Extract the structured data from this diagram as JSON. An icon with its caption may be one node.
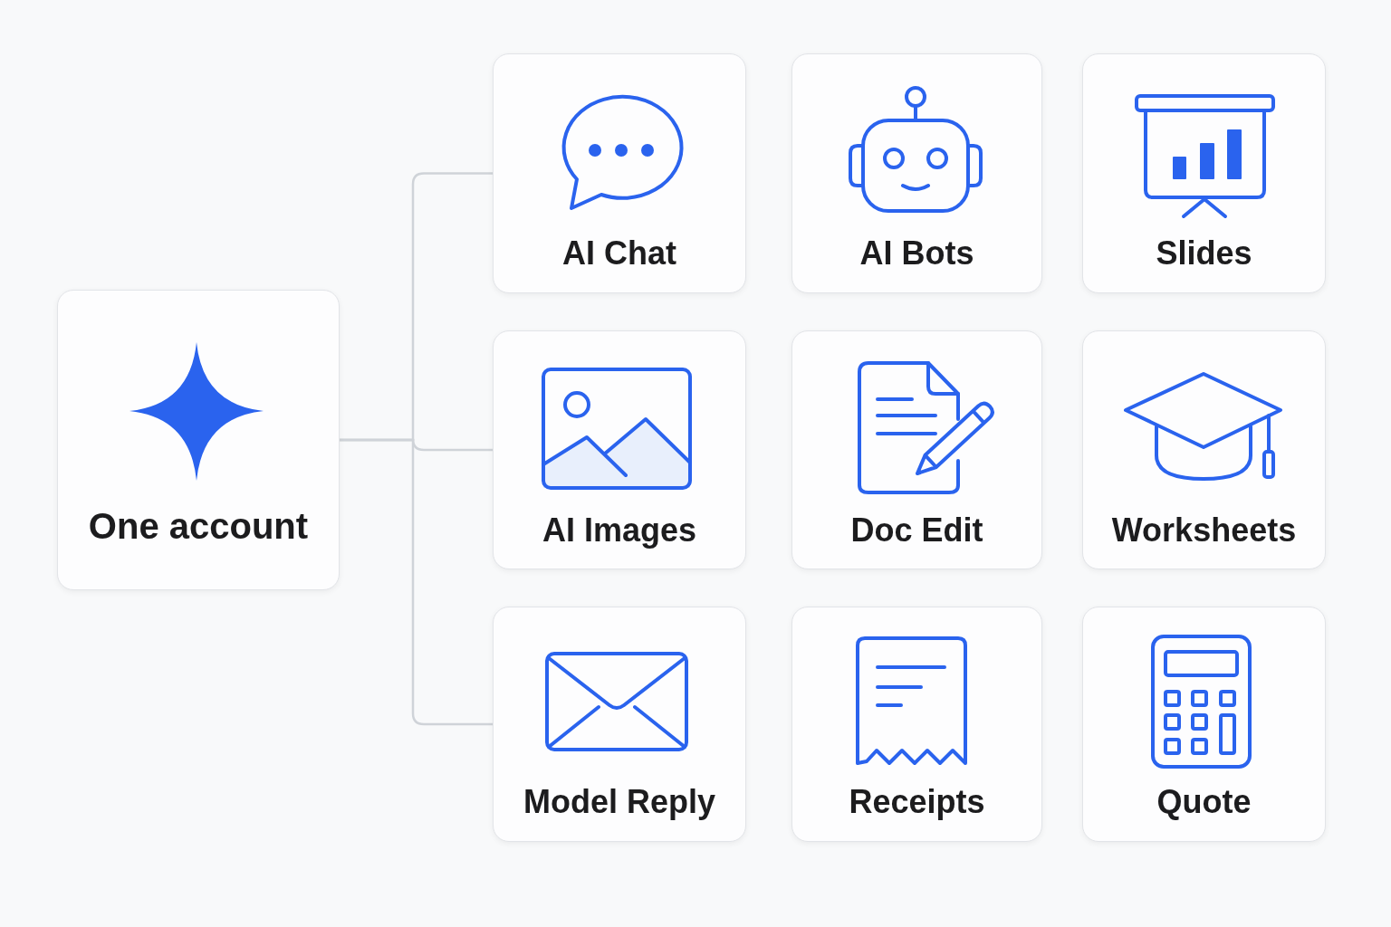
{
  "diagram": {
    "nodes": [
      {
        "text": [
          "One account"
        ]
      },
      {
        "text": [
          "AI Chat"
        ]
      },
      {
        "text": [
          "AI Bots"
        ]
      },
      {
        "text": [
          "Slides"
        ]
      },
      {
        "text": [
          "AI Images"
        ]
      },
      {
        "text": [
          "Doc Edit"
        ]
      },
      {
        "text": [
          "Worksheets"
        ]
      },
      {
        "text": [
          "Model Reply"
        ]
      },
      {
        "text": [
          "Receipts"
        ]
      },
      {
        "text": [
          "Quote"
        ]
      }
    ],
    "edges": [
      {
        "from": 0,
        "to": 1,
        "arrow": "none"
      },
      {
        "from": 0,
        "to": 4,
        "arrow": "none"
      },
      {
        "from": 0,
        "to": 7,
        "arrow": "none"
      }
    ]
  }
}
